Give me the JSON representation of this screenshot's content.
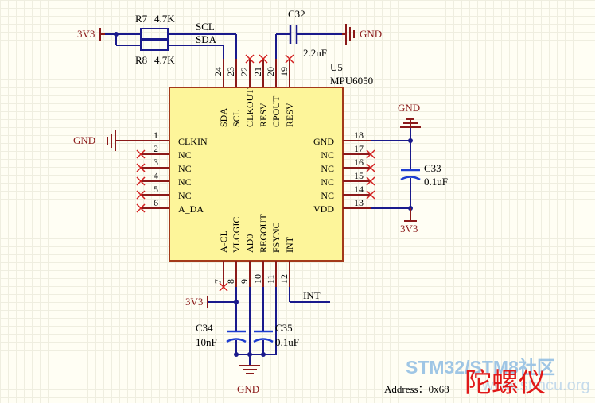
{
  "colors": {
    "wire": "#1a1a8c",
    "chip_fill": "#fdf59a",
    "chip_border": "#a33a1a",
    "pin": "#8b1a1a",
    "nc_cross": "#d22020",
    "cap": "#1e3dd0"
  },
  "chip": {
    "ref": "U5",
    "part": "MPU6050"
  },
  "left_pins": [
    {
      "num": "1",
      "name": "CLKIN"
    },
    {
      "num": "2",
      "name": "NC"
    },
    {
      "num": "3",
      "name": "NC"
    },
    {
      "num": "4",
      "name": "NC"
    },
    {
      "num": "5",
      "name": "NC"
    },
    {
      "num": "6",
      "name": "A_DA"
    }
  ],
  "right_pins": [
    {
      "num": "18",
      "name": "GND"
    },
    {
      "num": "17",
      "name": "NC"
    },
    {
      "num": "16",
      "name": "NC"
    },
    {
      "num": "15",
      "name": "NC"
    },
    {
      "num": "14",
      "name": "NC"
    },
    {
      "num": "13",
      "name": "VDD"
    }
  ],
  "top_pins": [
    {
      "num": "24",
      "name": "SDA"
    },
    {
      "num": "23",
      "name": "SCL"
    },
    {
      "num": "22",
      "name": "CLKOUT"
    },
    {
      "num": "21",
      "name": "RESV"
    },
    {
      "num": "20",
      "name": "CPOUT"
    },
    {
      "num": "19",
      "name": "RESV"
    }
  ],
  "bottom_pins": [
    {
      "num": "7",
      "name": "A-CL"
    },
    {
      "num": "8",
      "name": "VLOGIC"
    },
    {
      "num": "9",
      "name": "AD0"
    },
    {
      "num": "10",
      "name": "REGOUT"
    },
    {
      "num": "11",
      "name": "FSYNC"
    },
    {
      "num": "12",
      "name": "INT"
    }
  ],
  "components": {
    "r7": {
      "ref": "R7",
      "value": "4.7K"
    },
    "r8": {
      "ref": "R8",
      "value": "4.7K"
    },
    "c32": {
      "ref": "C32",
      "value": "2.2nF"
    },
    "c33": {
      "ref": "C33",
      "value": "0.1uF"
    },
    "c34": {
      "ref": "C34",
      "value": "10nF"
    },
    "c35": {
      "ref": "C35",
      "value": "0.1uF"
    }
  },
  "nets": {
    "scl": "SCL",
    "sda": "SDA",
    "int": "INT"
  },
  "power": {
    "v3_top": "3V3",
    "v3_left": "3V3",
    "v3_right": "3V3",
    "gnd_c32": "GND",
    "gnd_left": "GND",
    "gnd_right": "GND",
    "gnd_bottom": "GND"
  },
  "address": "Address：0x68",
  "title_cn": "陀螺仪",
  "watermark": {
    "line1": "STM32/STM8社区",
    "line2": "www.stmcu.org"
  }
}
